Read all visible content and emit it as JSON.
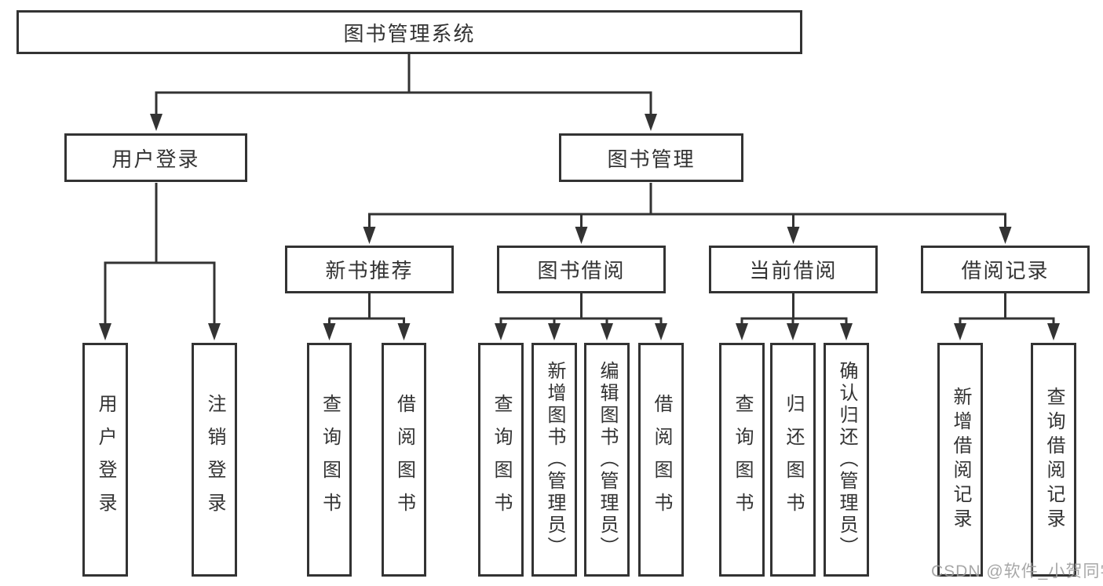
{
  "tree": {
    "root": {
      "label": "图书管理系统",
      "children": [
        {
          "label": "用户登录",
          "children": [
            {
              "label": "用户登录"
            },
            {
              "label": "注销登录"
            }
          ]
        },
        {
          "label": "图书管理",
          "children": [
            {
              "label": "新书推荐",
              "children": [
                {
                  "label": "查询图书"
                },
                {
                  "label": "借阅图书"
                }
              ]
            },
            {
              "label": "图书借阅",
              "children": [
                {
                  "label": "查询图书"
                },
                {
                  "label": "新增图书（管理员）"
                },
                {
                  "label": "编辑图书（管理员）"
                },
                {
                  "label": "借阅图书"
                }
              ]
            },
            {
              "label": "当前借阅",
              "children": [
                {
                  "label": "查询图书"
                },
                {
                  "label": "归还图书"
                },
                {
                  "label": "确认归还（管理员）"
                }
              ]
            },
            {
              "label": "借阅记录",
              "children": [
                {
                  "label": "新增借阅记录"
                },
                {
                  "label": "查询借阅记录"
                }
              ]
            }
          ]
        }
      ]
    }
  },
  "watermark": "CSDN @软件_小贺同学",
  "colors": {
    "line": "#333333",
    "text": "#333333",
    "box_background": "#ffffff",
    "watermark": "#9c9c9c",
    "background": "#ffffff"
  }
}
